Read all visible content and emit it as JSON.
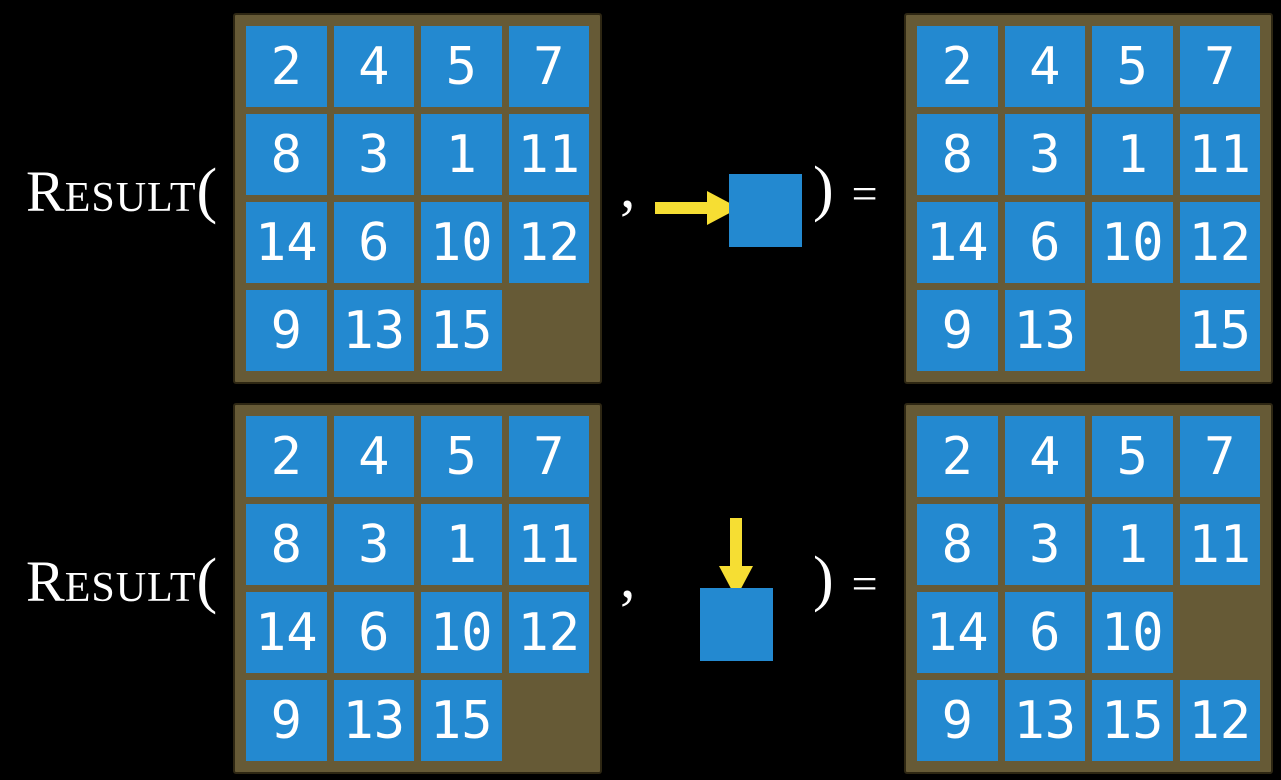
{
  "colors": {
    "tile_blue": "#2389d0",
    "board_brown": "#665a36",
    "arrow_yellow": "#f6de33",
    "text_white": "#ffffff",
    "bg_black": "#000000"
  },
  "label": {
    "cap": "R",
    "small": "ESULT",
    "open_paren": "("
  },
  "separators": {
    "comma": ",",
    "close_paren": ")",
    "equals": "="
  },
  "rows": [
    {
      "name": "move-right-example",
      "action_direction": "right",
      "before": [
        [
          2,
          4,
          5,
          7
        ],
        [
          8,
          3,
          1,
          11
        ],
        [
          14,
          6,
          10,
          12
        ],
        [
          9,
          13,
          15,
          null
        ]
      ],
      "after": [
        [
          2,
          4,
          5,
          7
        ],
        [
          8,
          3,
          1,
          11
        ],
        [
          14,
          6,
          10,
          12
        ],
        [
          9,
          13,
          null,
          15
        ]
      ]
    },
    {
      "name": "move-down-example",
      "action_direction": "down",
      "before": [
        [
          2,
          4,
          5,
          7
        ],
        [
          8,
          3,
          1,
          11
        ],
        [
          14,
          6,
          10,
          12
        ],
        [
          9,
          13,
          15,
          null
        ]
      ],
      "after": [
        [
          2,
          4,
          5,
          7
        ],
        [
          8,
          3,
          1,
          11
        ],
        [
          14,
          6,
          10,
          null
        ],
        [
          9,
          13,
          15,
          12
        ]
      ]
    }
  ]
}
